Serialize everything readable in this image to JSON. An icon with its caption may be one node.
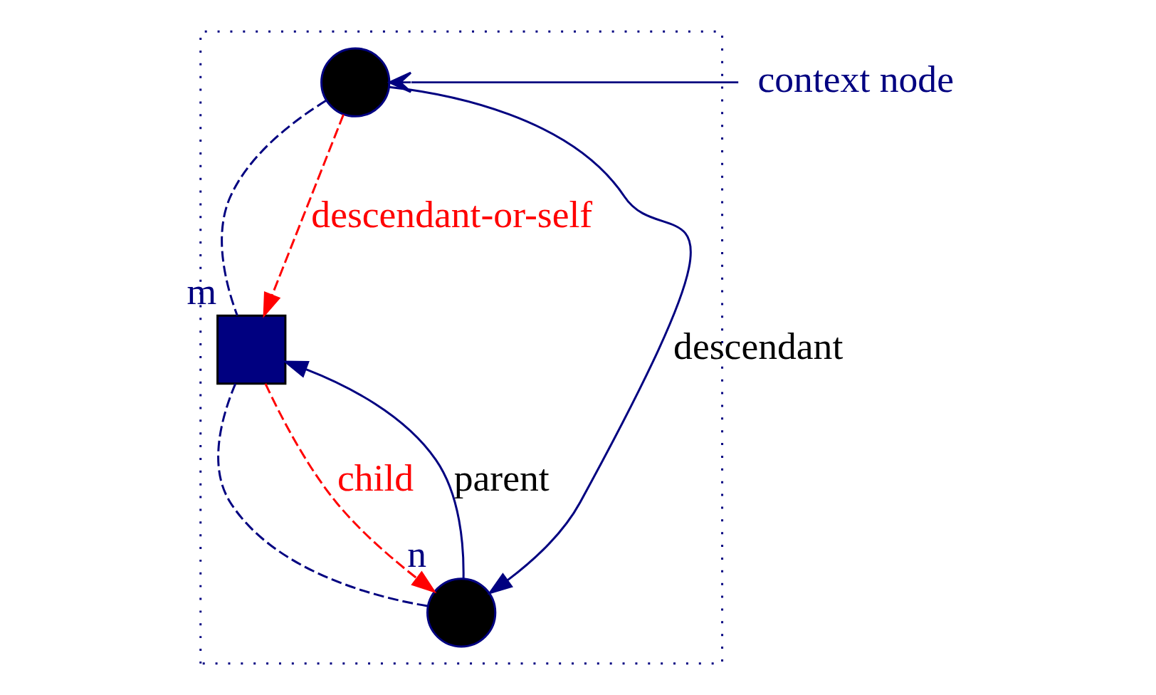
{
  "diagram": {
    "nodes": [
      {
        "text": [],
        "shape": "triangle"
      },
      {
        "text": [],
        "shape": "circle",
        "in": 0
      },
      {
        "text": [
          "context node"
        ]
      },
      {
        "text": [],
        "shape": "box",
        "in": 0,
        "beside": [
          "m"
        ]
      },
      {
        "text": [],
        "shape": "circle",
        "in": 0,
        "beside": [
          "n"
        ]
      }
    ],
    "edges": [
      {
        "from": 2,
        "to": 1,
        "arrow": "to"
      },
      {
        "from": 1,
        "to": 3,
        "arrow": "none",
        "style": "dashed"
      },
      {
        "from": 3,
        "to": 4,
        "arrow": "none",
        "style": "dashed"
      },
      {
        "from": 1,
        "to": 4,
        "arrow": "to",
        "label": "descendant"
      },
      {
        "from": 1,
        "to": 3,
        "arrow": "to",
        "label": "descendant-or-self",
        "style": "dashed",
        "color": "#ff0000"
      },
      {
        "from": 3,
        "to": 4,
        "arrow": "to",
        "label": "child",
        "style": "dashed",
        "color": "#ff0000"
      },
      {
        "from": 4,
        "to": 3,
        "arrow": "to",
        "label": "parent"
      }
    ]
  }
}
